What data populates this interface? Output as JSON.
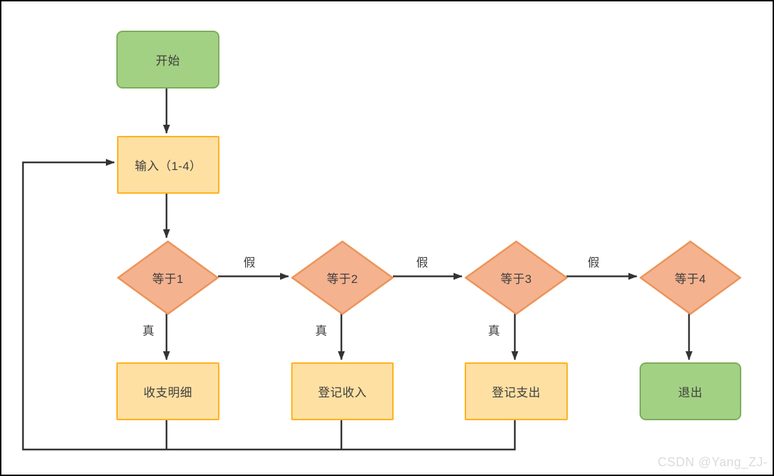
{
  "nodes": {
    "start": {
      "label": "开始",
      "type": "terminal"
    },
    "input": {
      "label": "输入（1-4）",
      "type": "process"
    },
    "eq1": {
      "label": "等于1",
      "type": "decision"
    },
    "eq2": {
      "label": "等于2",
      "type": "decision"
    },
    "eq3": {
      "label": "等于3",
      "type": "decision"
    },
    "eq4": {
      "label": "等于4",
      "type": "decision"
    },
    "detail": {
      "label": "收支明细",
      "type": "process"
    },
    "income": {
      "label": "登记收入",
      "type": "process"
    },
    "expense": {
      "label": "登记支出",
      "type": "process"
    },
    "exit": {
      "label": "退出",
      "type": "terminal"
    }
  },
  "edges": [
    {
      "from": "start",
      "to": "input",
      "label": ""
    },
    {
      "from": "input",
      "to": "eq1",
      "label": ""
    },
    {
      "from": "eq1",
      "to": "eq2",
      "label": "假"
    },
    {
      "from": "eq2",
      "to": "eq3",
      "label": "假"
    },
    {
      "from": "eq3",
      "to": "eq4",
      "label": "假"
    },
    {
      "from": "eq1",
      "to": "detail",
      "label": "真"
    },
    {
      "from": "eq2",
      "to": "income",
      "label": "真"
    },
    {
      "from": "eq3",
      "to": "expense",
      "label": "真"
    },
    {
      "from": "eq4",
      "to": "exit",
      "label": ""
    },
    {
      "from": "detail",
      "to": "input",
      "label": ""
    },
    {
      "from": "income",
      "to": "input",
      "label": ""
    },
    {
      "from": "expense",
      "to": "input",
      "label": ""
    }
  ],
  "colors": {
    "terminal_fill": "#a3d183",
    "terminal_border": "#7cad5b",
    "process_fill": "#ffe0a3",
    "process_border": "#ffb11c",
    "decision_fill": "#f4b28f",
    "decision_border": "#ec9459",
    "arrow": "#333333",
    "text": "#3e3e3e",
    "watermark_text": "#dbdbdb"
  },
  "watermark": "CSDN @Yang_ZJ-"
}
